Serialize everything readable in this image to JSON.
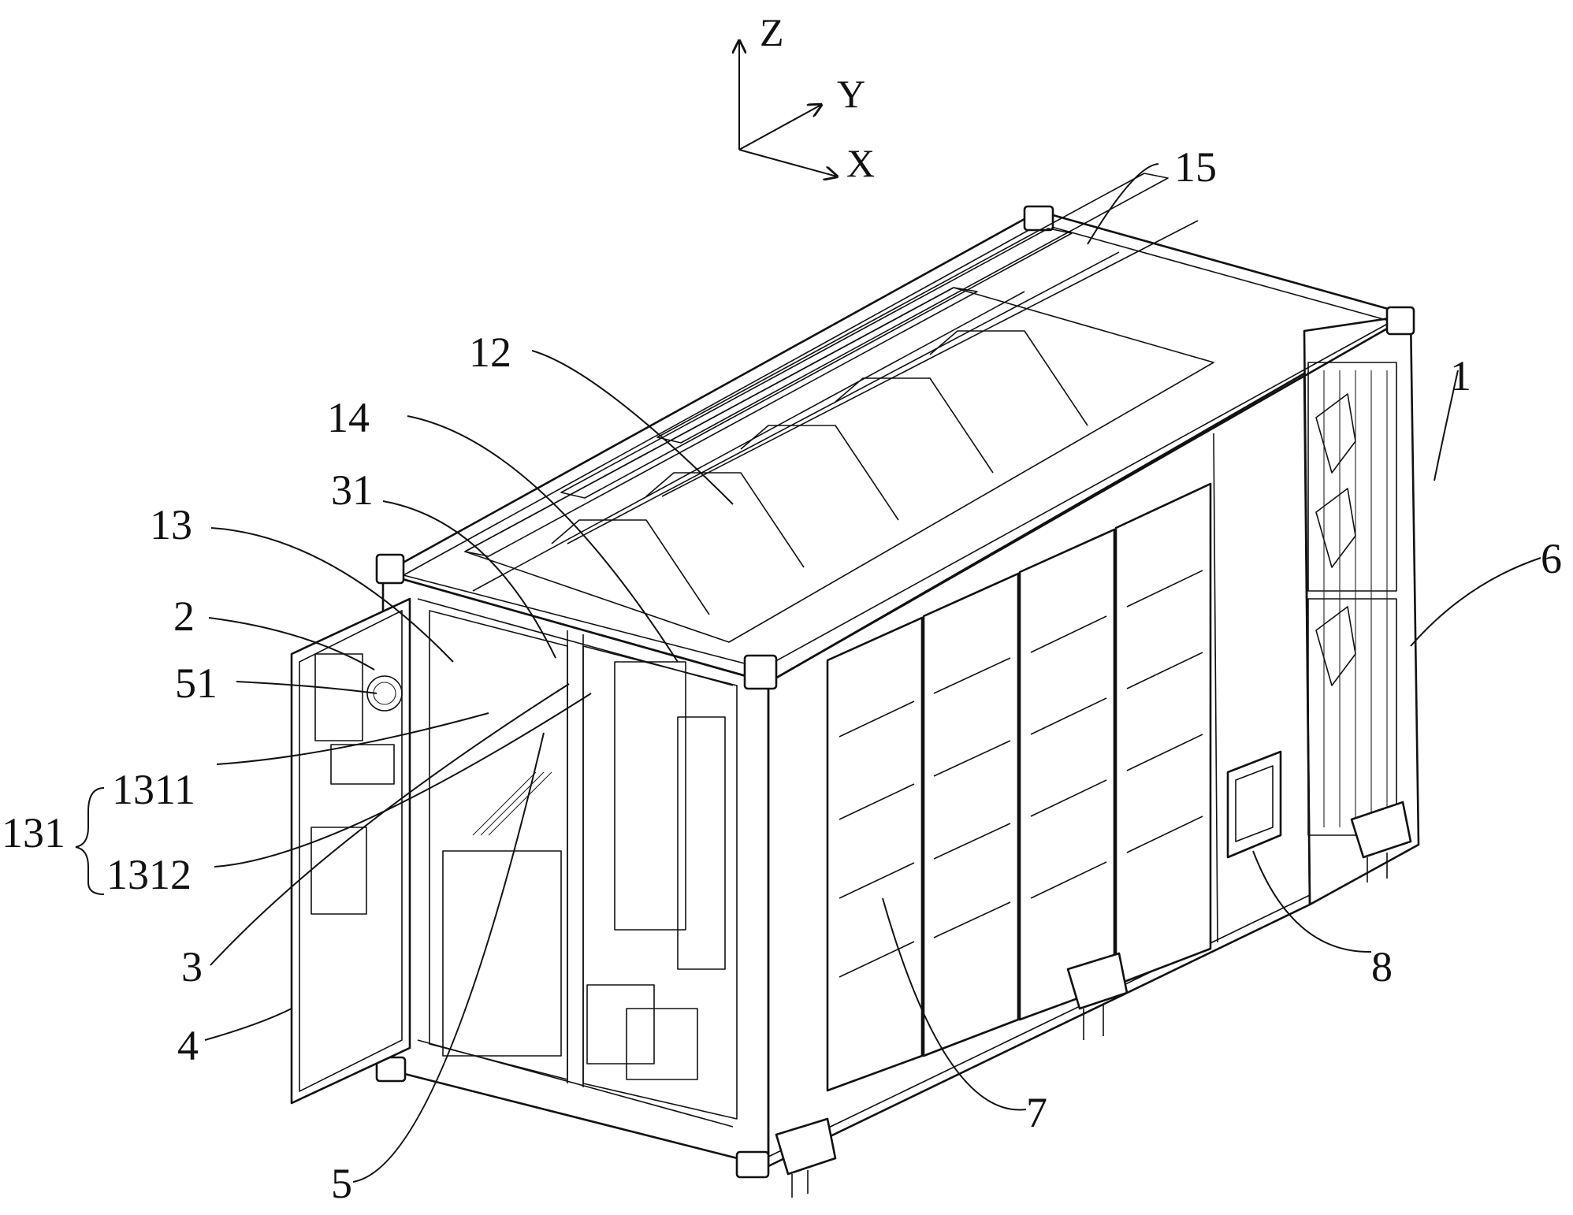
{
  "axes": {
    "z": "Z",
    "y": "Y",
    "x": "X"
  },
  "labels": {
    "l15": "15",
    "l1": "1",
    "l12": "12",
    "l14": "14",
    "l31": "31",
    "l13": "13",
    "l2": "2",
    "l6": "6",
    "l51": "51",
    "l1311": "1311",
    "l131": "131",
    "l1312": "1312",
    "l3": "3",
    "l8": "8",
    "l4": "4",
    "l7": "7",
    "l5": "5"
  },
  "colors": {
    "line": "#111111",
    "background": "#ffffff"
  }
}
